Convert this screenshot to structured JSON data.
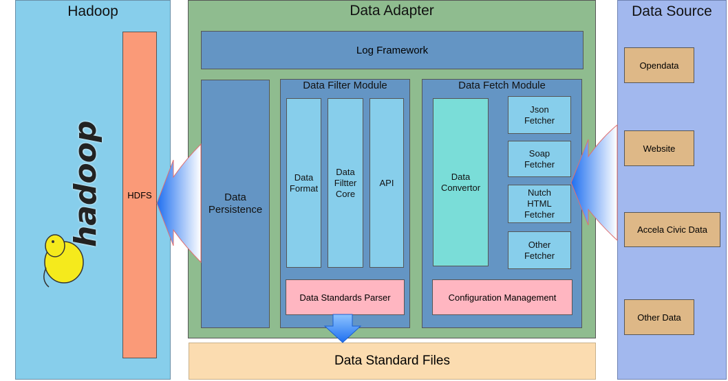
{
  "hadoop": {
    "title": "Hadoop",
    "hdfs_label": "HDFS",
    "logo_text": "hadoop"
  },
  "adapter": {
    "title": "Data Adapter",
    "log_framework": "Log Framework",
    "persistence": "Data\nPersistence",
    "filter_module": {
      "title": "Data Filter Module",
      "cols": [
        "Data\nFormat",
        "Data\nFiltter\nCore",
        "API"
      ],
      "parser": "Data Standards Parser"
    },
    "fetch_module": {
      "title": "Data Fetch Module",
      "convertor": "Data\nConvertor",
      "fetchers": [
        "Json\nFetcher",
        "Soap\nFetcher",
        "Nutch\nHTML\nFetcher",
        "Other\nFetcher"
      ],
      "config": "Configuration Management"
    }
  },
  "standard_files": "Data Standard Files",
  "source": {
    "title": "Data Source",
    "items": [
      "Opendata",
      "Website",
      "Accela Civic Data",
      "Other Data"
    ]
  },
  "colors": {
    "hadoop_bg": "#87ceeb",
    "hdfs_bg": "#fa9a78",
    "adapter_bg": "#8fbc8f",
    "module_bg": "#6495c4",
    "cell_bg": "#87ceeb",
    "convertor_bg": "#7addd8",
    "pink_bg": "#ffb6c1",
    "files_bg": "#fbdcb0",
    "source_bg": "#a2b8ee",
    "source_item_bg": "#deb887"
  }
}
